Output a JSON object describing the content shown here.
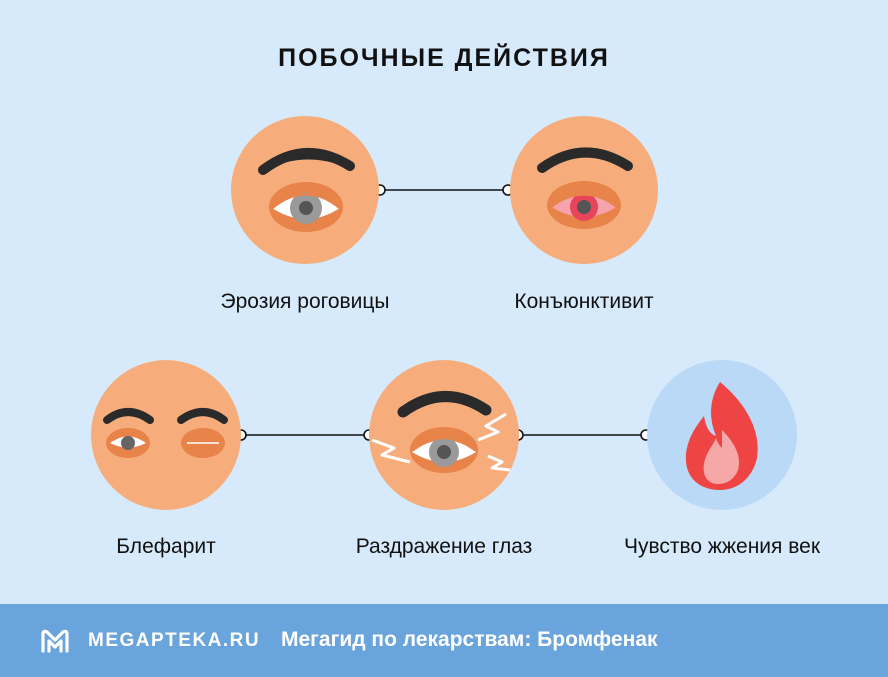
{
  "title": "ПОБОЧНЫЕ ДЕЙСТВИЯ",
  "items": [
    {
      "label": "Эрозия роговицы",
      "icon": "eye-icon"
    },
    {
      "label": "Конъюнктивит",
      "icon": "red-eye-icon"
    },
    {
      "label": "Блефарит",
      "icon": "swollen-eyelid-icon"
    },
    {
      "label": "Раздражение глаз",
      "icon": "irritated-eye-icon"
    },
    {
      "label": "Чувство жжения век",
      "icon": "flame-icon"
    }
  ],
  "footer": {
    "brand": "MEGAPTEKA.RU",
    "subtitle": "Мегагид по лекарствам: Бромфенак",
    "logo_icon": "m-logo-icon"
  },
  "colors": {
    "background": "#d6eafb",
    "face": "#f6ad7b",
    "eyelid": "#e8834a",
    "flame_circle": "#b9d9f7",
    "flame": "#ef4444",
    "footer": "#6aa4dc"
  }
}
